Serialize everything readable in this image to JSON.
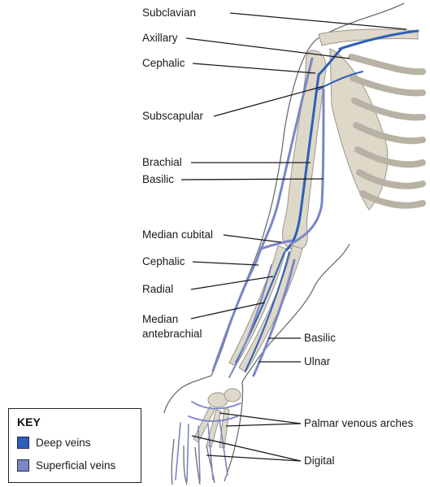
{
  "labels": {
    "subclavian": "Subclavian",
    "axillary": "Axillary",
    "cephalic_upper": "Cephalic",
    "subscapular": "Subscapular",
    "brachial": "Brachial",
    "basilic_upper": "Basilic",
    "median_cubital": "Median cubital",
    "cephalic_lower": "Cephalic",
    "radial": "Radial",
    "median_antebrachial_1": "Median",
    "median_antebrachial_2": "antebrachial",
    "basilic_lower": "Basilic",
    "ulnar": "Ulnar",
    "palmar_venous_arches": "Palmar venous arches",
    "digital": "Digital"
  },
  "key": {
    "title": "KEY",
    "deep_label": "Deep veins",
    "superficial_label": "Superficial veins"
  },
  "colors": {
    "deep_vein": "#2f5fb8",
    "superficial_vein": "#7b86c6",
    "bone": "#ddd8c8",
    "bone_outline": "#9a968a",
    "skin_outline": "#6e6e6e",
    "leader_line": "#1a1a1a"
  }
}
